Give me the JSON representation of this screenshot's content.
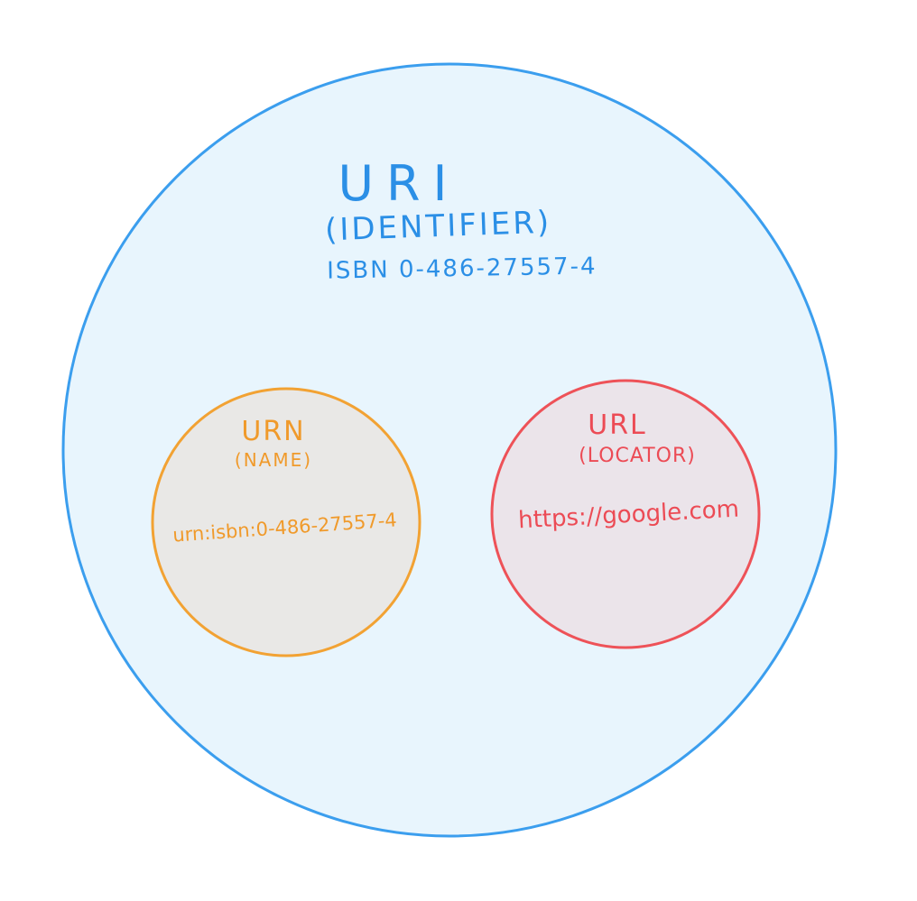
{
  "outer": {
    "title": "URI",
    "subtitle": "(IDENTIFIER)",
    "example": "ISBN 0-486-27557-4",
    "stroke": "#3b9eee",
    "fill": "#e8f5fd",
    "text_color": "#2b8fe6"
  },
  "urn": {
    "title": "URN",
    "subtitle": "(NAME)",
    "example": "urn:isbn:0-486-27557-4",
    "stroke": "#f2a233",
    "fill": "#e9e8e6",
    "text_color": "#f09a2b"
  },
  "url": {
    "title": "URL",
    "subtitle": "(LOCATOR)",
    "example": "https://google.com",
    "stroke": "#ee5258",
    "fill": "#ebe4ea",
    "text_color": "#ec4b55"
  }
}
